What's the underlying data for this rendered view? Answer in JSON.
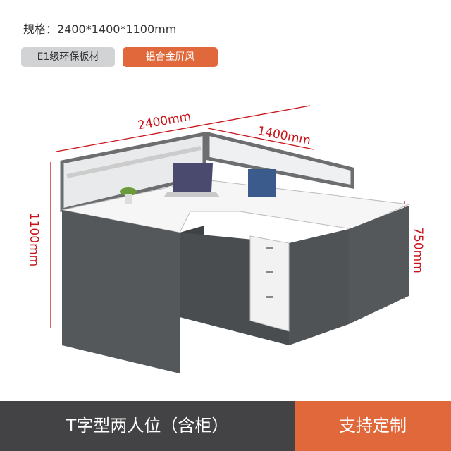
{
  "spec": "规格：2400*1400*1100mm",
  "tags": [
    "E1级环保板材",
    "铝合金屏风"
  ],
  "dimensions": {
    "width": "2400mm",
    "depth": "1400mm",
    "height": "1100mm",
    "desk_height": "750mm"
  },
  "footer": {
    "title": "T字型两人位（含柜）",
    "action": "支持定制"
  },
  "colors": {
    "accent": "#e0683a",
    "dark": "#434345",
    "dimension": "#c8151b"
  }
}
